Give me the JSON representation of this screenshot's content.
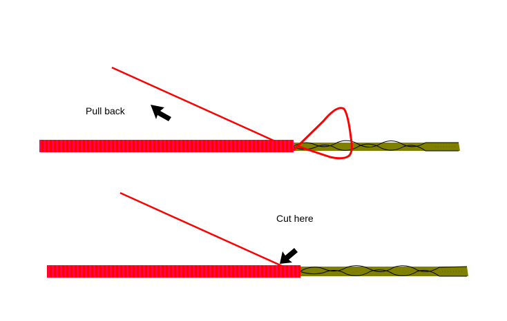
{
  "diagram": {
    "title": "Line splice: pull back and cut",
    "colors": {
      "background": "#ffffff",
      "wrap_primary": "#ff0066",
      "wrap_stripe": "#ff0000",
      "line": "#ff0000",
      "twisted_cord": "#808000",
      "cord_outline": "#000000",
      "arrow": "#000000"
    },
    "steps": [
      {
        "id": "step-1",
        "label": "Pull back",
        "arrow_icon": "arrow-up-left-icon",
        "has_loop": true
      },
      {
        "id": "step-2",
        "label": "Cut here",
        "arrow_icon": "arrow-down-left-icon",
        "has_loop": false
      }
    ]
  }
}
